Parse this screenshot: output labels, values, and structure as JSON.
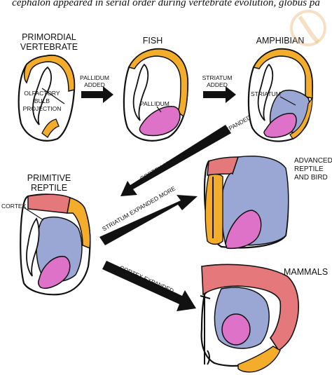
{
  "caption": "cephalon appeared in serial order during vertebrate evolution, globus pa",
  "colors": {
    "cortex_orange": "#f4ad2a",
    "striatum_blue": "#9aa6d4",
    "pallidum_pink": "#de72c8",
    "pallium_red": "#e5787a",
    "outline": "#111111"
  },
  "stages": {
    "primordial": {
      "title_line1": "PRIMORDIAL",
      "title_line2": "VERTEBRATE"
    },
    "fish": {
      "title": "FISH"
    },
    "amphibian": {
      "title": "AMPHIBIAN"
    },
    "primitive_reptile": {
      "title_line1": "PRIMITIVE",
      "title_line2": "REPTILE"
    },
    "advanced_reptile": {
      "title_line1": "ADVANCED",
      "title_line2": "REPTILE",
      "title_line3": "AND BIRD"
    },
    "mammals": {
      "title": "MAMMALS"
    }
  },
  "labels": {
    "olfactory_1": "OLFACTORY",
    "olfactory_2": "BULB",
    "olfactory_3": "PROJECTION",
    "pallidum": "PALLIDUM",
    "striatum": "STRIATUM",
    "cortex": "CORTEX"
  },
  "arrows": {
    "pallidum_added_1": "PALLIDUM",
    "pallidum_added_2": "ADDED",
    "striatum_added_1": "STRIATUM",
    "striatum_added_2": "ADDED",
    "cortex_striatum": "CORTEX ADDED AND STRIATUM EXPANDED",
    "striatum_more": "STRIATUM EXPANDED MORE",
    "cortex_expanded": "CORTEX EXPANDED"
  }
}
